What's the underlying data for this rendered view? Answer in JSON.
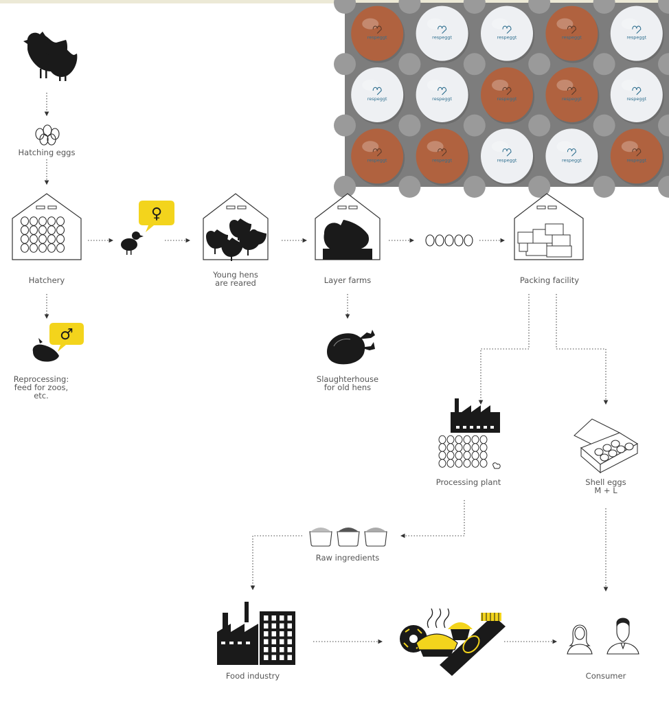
{
  "photo": {
    "egg_stamp_text": "respeggt",
    "tray": [
      [
        "brown",
        "white",
        "white",
        "brown",
        "white"
      ],
      [
        "white",
        "white",
        "brown",
        "brown",
        "white"
      ],
      [
        "brown",
        "brown",
        "white",
        "white",
        "brown"
      ]
    ]
  },
  "labels": {
    "hatching_eggs": "Hatching eggs",
    "hatchery": "Hatchery",
    "young_hens_1": "Young hens",
    "young_hens_2": "are reared",
    "layer_farms": "Layer farms",
    "packing_facility": "Packing facility",
    "reprocessing_1": "Reprocessing:",
    "reprocessing_2": "feed for zoos,",
    "reprocessing_3": "etc.",
    "slaughterhouse_1": "Slaughterhouse",
    "slaughterhouse_2": "for old hens",
    "processing_plant": "Processing plant",
    "shell_eggs_1": "Shell eggs",
    "shell_eggs_2": "M + L",
    "raw_ingredients": "Raw ingredients",
    "food_industry": "Food industry",
    "consumer": "Consumer"
  },
  "symbols": {
    "female": "♀",
    "male": "♂"
  },
  "colors": {
    "accent": "#f3d41c",
    "ink": "#1a1a1a",
    "line": "#444444",
    "label": "#555555",
    "brown_egg": "#b0623f",
    "white_egg": "#eef0f3",
    "tray": "#8a8a8a"
  },
  "icons": [
    "hens-icon",
    "hatching-eggs-icon",
    "hatchery-icon",
    "chick-icon",
    "female-symbol-icon",
    "young-hens-barn-icon",
    "layer-farm-icon",
    "eggs-row-icon",
    "packing-facility-icon",
    "male-chick-icon",
    "male-symbol-icon",
    "roast-chicken-icon",
    "processing-plant-icon",
    "egg-carton-icon",
    "raw-ingredients-icon",
    "food-industry-icon",
    "food-products-icon",
    "consumer-icon"
  ]
}
